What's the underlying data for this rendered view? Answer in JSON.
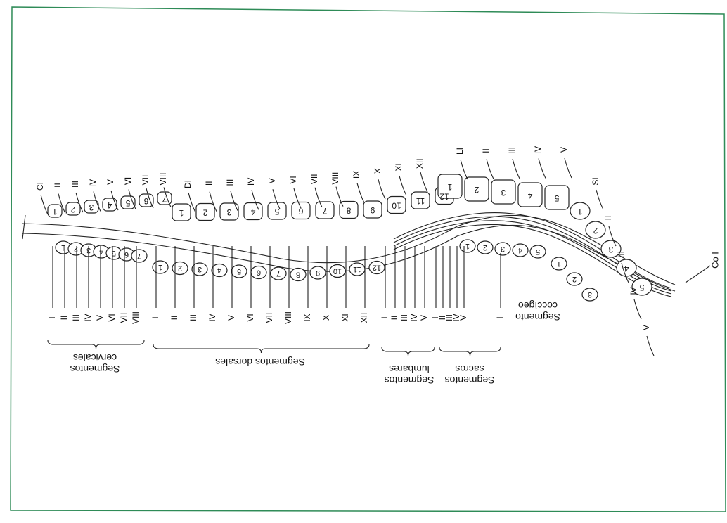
{
  "colors": {
    "border": "#2e8b57",
    "ink": "#1a1a1a",
    "paper": "#ffffff"
  },
  "top_labels": {
    "cervical_roots": [
      "CI",
      "II",
      "III",
      "IV",
      "V",
      "VI",
      "VII",
      "VIII"
    ],
    "dorsal_roots": [
      "DI",
      "II",
      "III",
      "IV",
      "V",
      "VI",
      "VII",
      "VIII",
      "IX",
      "X",
      "XI",
      "XII"
    ],
    "lumbar_roots": [
      "LI",
      "II",
      "III",
      "IV",
      "V"
    ],
    "sacral_roots": [
      "SI",
      "II",
      "III",
      "IV",
      "V"
    ],
    "coccygeal_root": "Co I"
  },
  "vertebra_numbers": {
    "cervical": [
      "1",
      "2",
      "3",
      "4",
      "5",
      "6",
      "7"
    ],
    "dorsal": [
      "1",
      "2",
      "3",
      "4",
      "5",
      "6",
      "7",
      "8",
      "9",
      "10",
      "11",
      "12"
    ],
    "lumbar": [
      "1",
      "2",
      "3",
      "4",
      "5"
    ],
    "sacral": [
      "1",
      "2",
      "3",
      "4",
      "5"
    ]
  },
  "segment_numbers": {
    "cervical": [
      "1",
      "2",
      "3",
      "4",
      "5",
      "6",
      "7"
    ],
    "dorsal": [
      "1",
      "2",
      "3",
      "4",
      "5",
      "6",
      "7",
      "8",
      "9",
      "10",
      "11",
      "12"
    ],
    "lumbar": [
      "1",
      "2",
      "3",
      "4",
      "5"
    ],
    "sacral": [
      "1",
      "2",
      "3"
    ]
  },
  "bottom_roman": {
    "cervical": [
      "I",
      "II",
      "III",
      "IV",
      "V",
      "VI",
      "VII",
      "VIII"
    ],
    "dorsal": [
      "I",
      "II",
      "III",
      "IV",
      "V",
      "VI",
      "VII",
      "VIII",
      "IX",
      "X",
      "XI",
      "XII"
    ],
    "lumbar": [
      "I",
      "II",
      "III",
      "IV",
      "V"
    ],
    "sacral": [
      "I",
      "II",
      "III",
      "IV",
      "V"
    ],
    "coccygeal": "I"
  },
  "group_labels": {
    "cervical": [
      "Segmentos",
      "cervicales"
    ],
    "dorsal": [
      "Segmentos dorsales"
    ],
    "lumbar": [
      "Segmentos",
      "lumbares"
    ],
    "sacral": [
      "Segmentos",
      "sacros"
    ],
    "coccygeal": [
      "Segmento",
      "coccígeo"
    ]
  }
}
